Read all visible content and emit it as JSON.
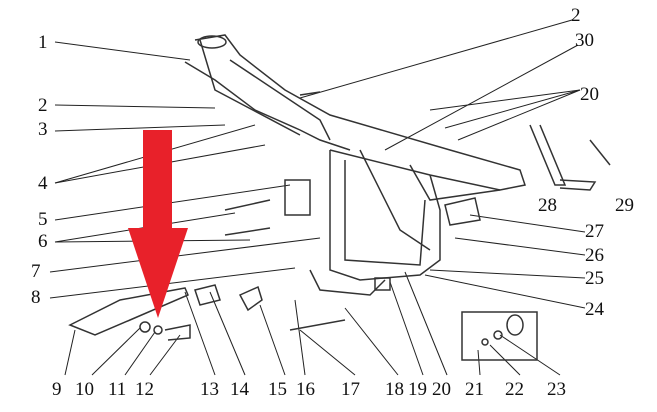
{
  "diagram": {
    "left_labels": [
      "1",
      "2",
      "3",
      "4",
      "5",
      "6",
      "7",
      "8"
    ],
    "right_labels": [
      "2",
      "30",
      "20",
      "28",
      "29",
      "27",
      "26",
      "25",
      "24"
    ],
    "bottom_labels": [
      "9",
      "10",
      "11",
      "12",
      "13",
      "14",
      "15",
      "16",
      "17",
      "18",
      "19",
      "20",
      "21",
      "22",
      "23"
    ],
    "arrow_color": "#e8212a"
  }
}
